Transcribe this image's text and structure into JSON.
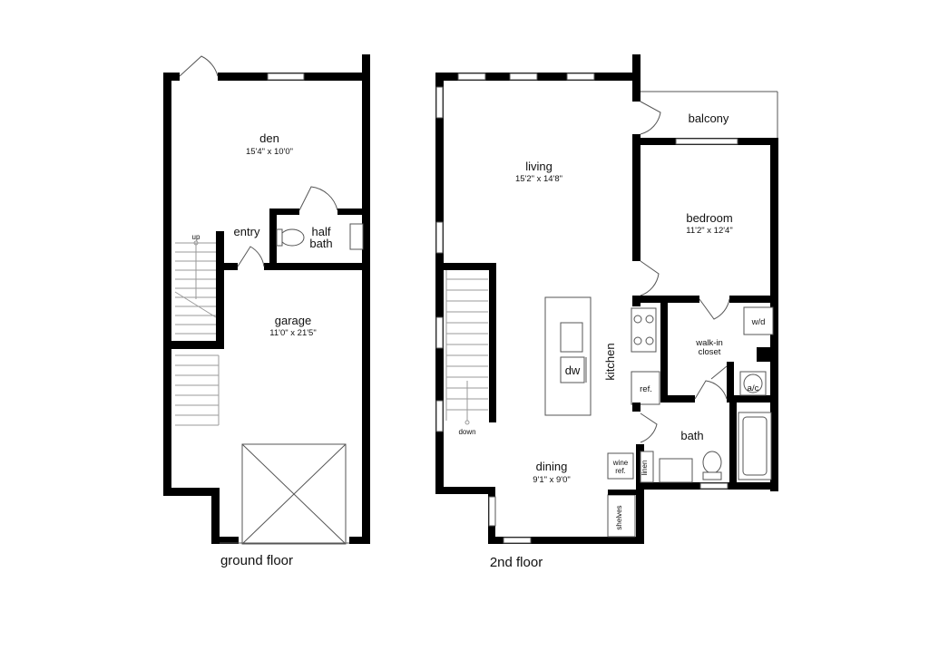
{
  "ground_floor": {
    "caption": "ground floor",
    "den": {
      "name": "den",
      "size": "15'4\" x 10'0\""
    },
    "entry": "entry",
    "half_bath": {
      "line1": "half",
      "line2": "bath"
    },
    "garage": {
      "name": "garage",
      "size": "11'0\" x 21'5\""
    },
    "stairs_label": "up"
  },
  "second_floor": {
    "caption": "2nd floor",
    "living": {
      "name": "living",
      "size": "15'2\" x 14'8\""
    },
    "balcony": "balcony",
    "bedroom": {
      "name": "bedroom",
      "size": "11'2\" x 12'4\""
    },
    "kitchen": "kitchen",
    "dishwasher": "dw",
    "refrigerator": "ref.",
    "walk_in_closet": {
      "line1": "walk-in",
      "line2": "closet"
    },
    "washer_dryer": "w/d",
    "ac": "a/c",
    "bath": "bath",
    "dining": {
      "name": "dining",
      "size": "9'1\" x 9'0\""
    },
    "wine_ref": {
      "line1": "wine",
      "line2": "ref."
    },
    "linen": "linen",
    "shelves": "shelves",
    "stairs_label": "down"
  }
}
